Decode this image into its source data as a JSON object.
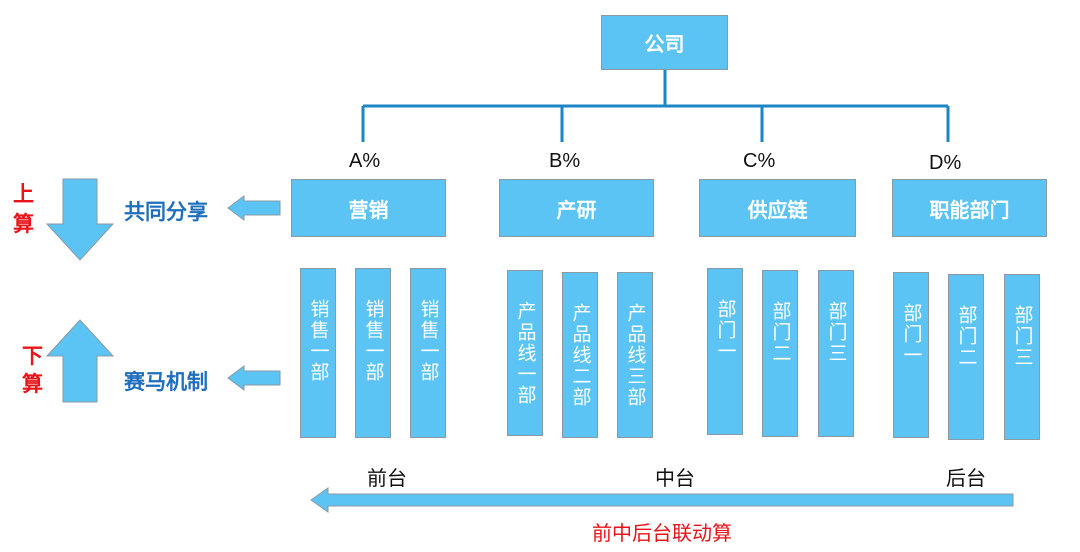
{
  "company": "公司",
  "departments": [
    {
      "pct": "A%",
      "name": "营销",
      "subs": [
        "销售一部",
        "销售一部",
        "销售一部"
      ]
    },
    {
      "pct": "B%",
      "name": "产研",
      "subs": [
        "产品线一部",
        "产品线二部",
        "产品线三部"
      ]
    },
    {
      "pct": "C%",
      "name": "供应链",
      "subs": [
        "部门一",
        "部门二",
        "部门三"
      ]
    },
    {
      "pct": "D%",
      "name": "职能部门",
      "subs": [
        "部门一",
        "部门二",
        "部门三"
      ]
    }
  ],
  "left": {
    "top_char1": "上",
    "top_char2": "算",
    "top_label": "共同分享",
    "bottom_char1": "下",
    "bottom_char2": "算",
    "bottom_label": "赛马机制"
  },
  "tiers": {
    "front": "前台",
    "middle": "中台",
    "back": "后台"
  },
  "bottom_label": "前中后台联动算",
  "colors": {
    "box": "#5bc4f5",
    "line": "#1b86c6",
    "red": "#e8141a",
    "blue": "#1f6fbf"
  }
}
